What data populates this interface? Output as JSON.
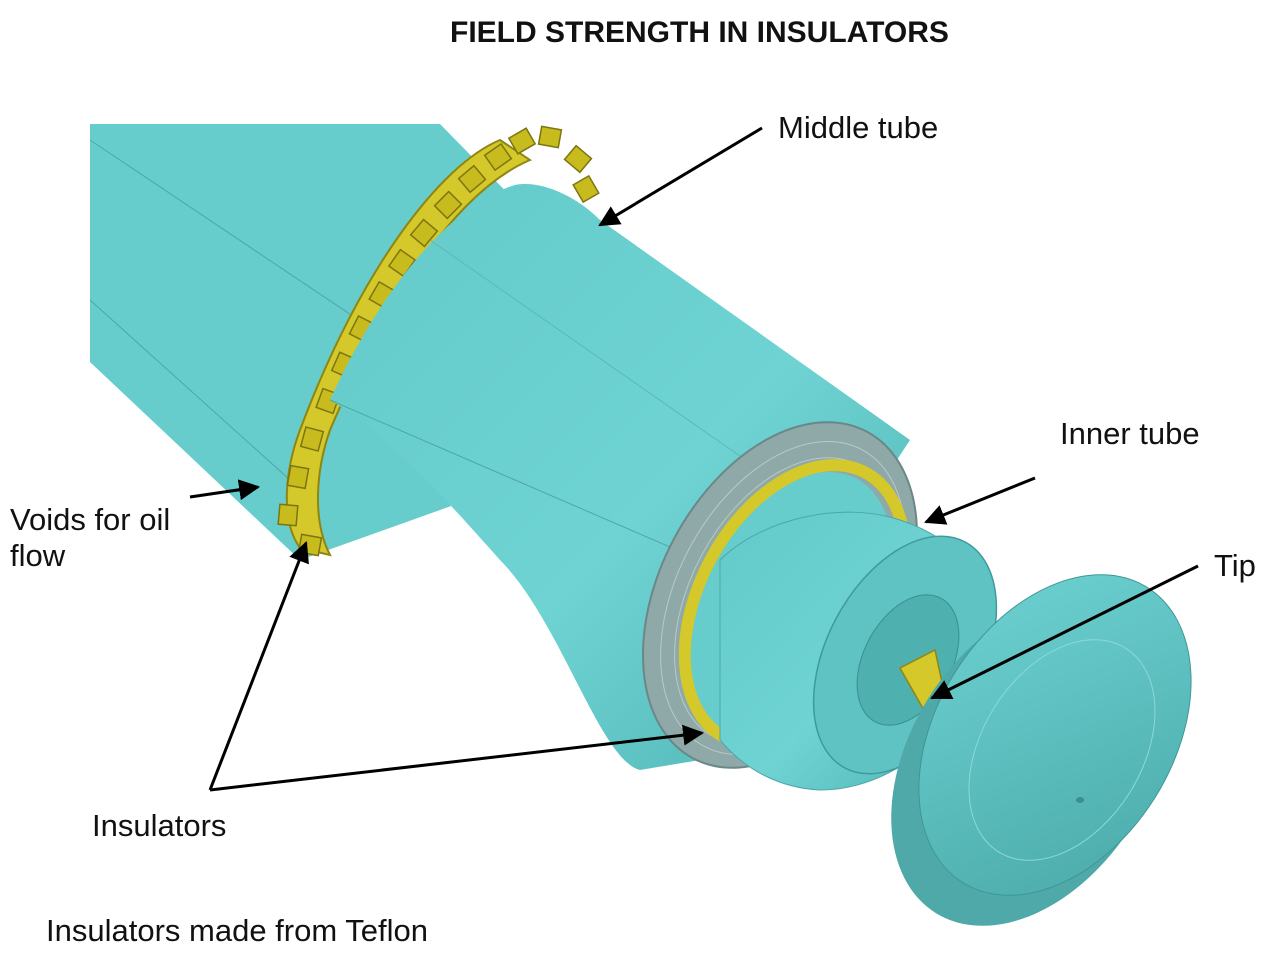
{
  "title": "FIELD STRENGTH IN INSULATORS",
  "labels": {
    "middle_tube": "Middle tube",
    "inner_tube": "Inner tube",
    "tip": "Tip",
    "voids_line1": "Voids for oil",
    "voids_line2": "flow",
    "insulators": "Insulators"
  },
  "note": "Insulators made from Teflon",
  "colors": {
    "tube": "#6ccfcf",
    "tube_dark": "#4fb3b3",
    "insulator": "#d8cf2a",
    "insulator_dark": "#a89f16",
    "arrow": "#000000"
  }
}
